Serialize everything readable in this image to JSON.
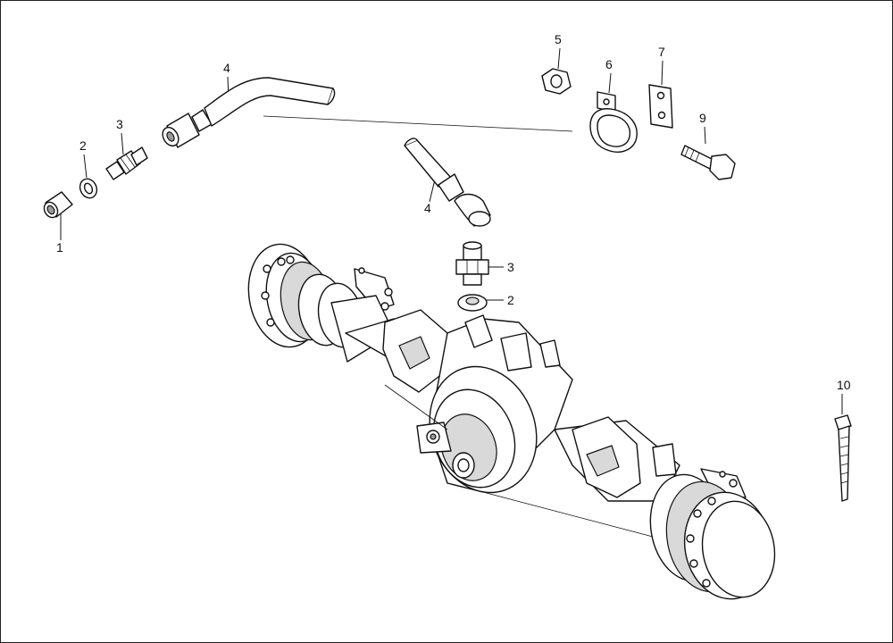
{
  "diagram": {
    "callouts": {
      "c1": "1",
      "c2a": "2",
      "c3a": "3",
      "c4a": "4",
      "c5": "5",
      "c6": "6",
      "c7": "7",
      "c9": "9",
      "c4b": "4",
      "c3b": "3",
      "c2b": "2",
      "c10": "10"
    }
  }
}
